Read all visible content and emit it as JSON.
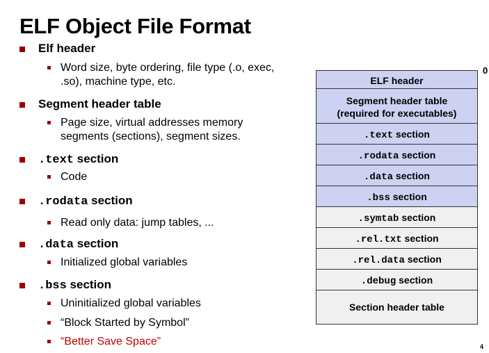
{
  "title": "ELF Object File Format",
  "bullets": [
    {
      "parts": [
        {
          "text": "Elf header",
          "mono": false
        }
      ],
      "subs": [
        {
          "lines": [
            "Word size, byte ordering, file type (.o, exec,",
            ".so), machine type, etc."
          ]
        }
      ]
    },
    {
      "parts": [
        {
          "text": "Segment header table",
          "mono": false
        }
      ],
      "subs": [
        {
          "lines": [
            "Page size, virtual addresses memory",
            "segments (sections), segment sizes."
          ]
        }
      ]
    },
    {
      "parts": [
        {
          "text": ".text",
          "mono": true
        },
        {
          "text": " section",
          "mono": false
        }
      ],
      "subs": [
        {
          "lines": [
            "Code"
          ]
        }
      ]
    },
    {
      "parts": [
        {
          "text": ".rodata",
          "mono": true
        },
        {
          "text": "  section",
          "mono": false
        }
      ],
      "subs": [
        {
          "lines": [
            "Read only data: jump tables, ..."
          ]
        }
      ]
    },
    {
      "parts": [
        {
          "text": ".data",
          "mono": true
        },
        {
          "text": " section",
          "mono": false
        }
      ],
      "subs": [
        {
          "lines": [
            "Initialized global variables"
          ]
        }
      ]
    },
    {
      "parts": [
        {
          "text": ".bss",
          "mono": true
        },
        {
          "text": " section",
          "mono": false
        }
      ],
      "subs": [
        {
          "lines": [
            "Uninitialized global variables"
          ]
        },
        {
          "lines": [
            "“Block Started by Symbol”"
          ]
        },
        {
          "lines": [
            "“Better Save Space”"
          ],
          "color": "#c00000"
        }
      ]
    }
  ],
  "diagram": {
    "offset_label": "0",
    "blocks": [
      {
        "parts": [
          {
            "text": "ELF header",
            "mono": false
          }
        ],
        "fill": "#cdd2f2"
      },
      {
        "parts": [
          {
            "text": "Segment header table",
            "mono": false
          },
          {
            "text": "(required for executables)",
            "mono": false,
            "br": true
          }
        ],
        "fill": "#cdd2f2"
      },
      {
        "parts": [
          {
            "text": ".text",
            "mono": true
          },
          {
            "text": " section",
            "mono": false
          }
        ],
        "fill": "#cdd2f2"
      },
      {
        "parts": [
          {
            "text": ".rodata",
            "mono": true
          },
          {
            "text": " section",
            "mono": false
          }
        ],
        "fill": "#cdd2f2"
      },
      {
        "parts": [
          {
            "text": ".data",
            "mono": true
          },
          {
            "text": " section",
            "mono": false
          }
        ],
        "fill": "#cdd2f2"
      },
      {
        "parts": [
          {
            "text": ".bss",
            "mono": true
          },
          {
            "text": " section",
            "mono": false
          }
        ],
        "fill": "#cdd2f2"
      },
      {
        "parts": [
          {
            "text": ".symtab",
            "mono": true
          },
          {
            "text": "  section",
            "mono": false
          }
        ],
        "fill": "#f0f0f0"
      },
      {
        "parts": [
          {
            "text": ".rel.txt",
            "mono": true
          },
          {
            "text": "  section",
            "mono": false
          }
        ],
        "fill": "#f0f0f0"
      },
      {
        "parts": [
          {
            "text": ".rel.data",
            "mono": true
          },
          {
            "text": "  section",
            "mono": false
          }
        ],
        "fill": "#f0f0f0"
      },
      {
        "parts": [
          {
            "text": ".debug",
            "mono": true
          },
          {
            "text": "  section",
            "mono": false
          }
        ],
        "fill": "#f0f0f0"
      },
      {
        "parts": [
          {
            "text": "Section header table",
            "mono": false
          }
        ],
        "fill": "#f0f0f0"
      }
    ]
  },
  "page_number": "4",
  "colors": {
    "bullet": "#9a0000",
    "accent_red": "#c00000",
    "loaded_fill": "#cdd2f2",
    "unloaded_fill": "#f0f0f0"
  }
}
